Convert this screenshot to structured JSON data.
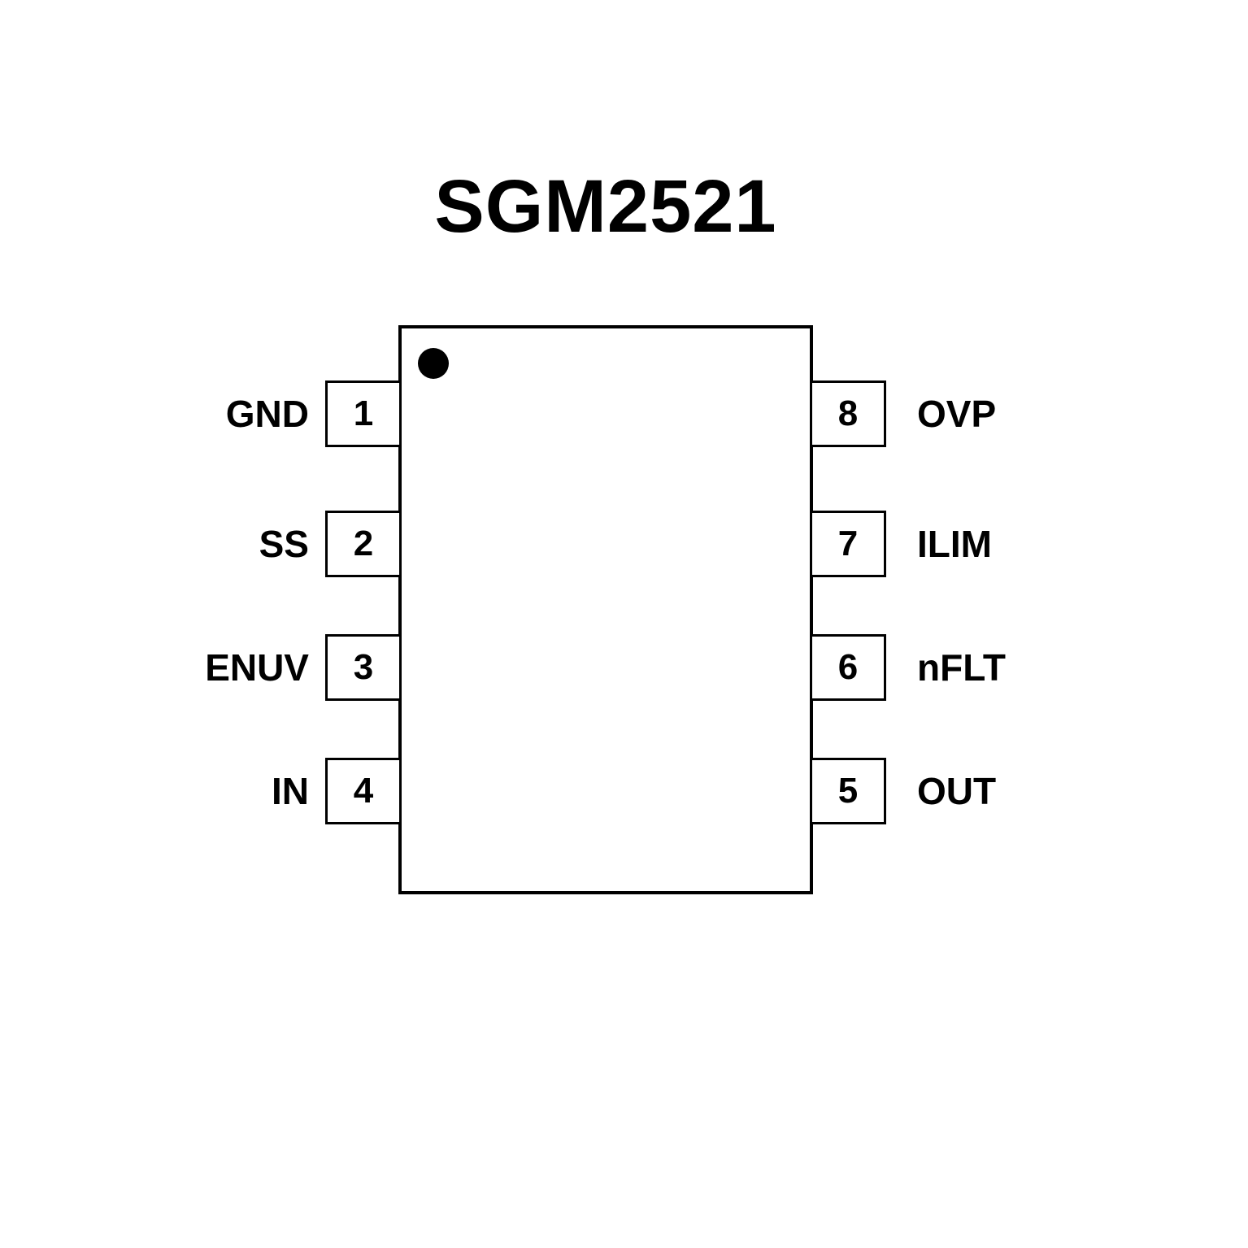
{
  "title": "SGM2521",
  "chip": {
    "pin1_indicator": "dot",
    "left_pins": [
      {
        "number": "1",
        "label": "GND"
      },
      {
        "number": "2",
        "label": "SS"
      },
      {
        "number": "3",
        "label": "ENUV"
      },
      {
        "number": "4",
        "label": "IN"
      }
    ],
    "right_pins": [
      {
        "number": "8",
        "label": "OVP"
      },
      {
        "number": "7",
        "label": "ILIM"
      },
      {
        "number": "6",
        "label": "nFLT"
      },
      {
        "number": "5",
        "label": "OUT"
      }
    ]
  },
  "colors": {
    "foreground": "#000000",
    "background": "#ffffff"
  }
}
